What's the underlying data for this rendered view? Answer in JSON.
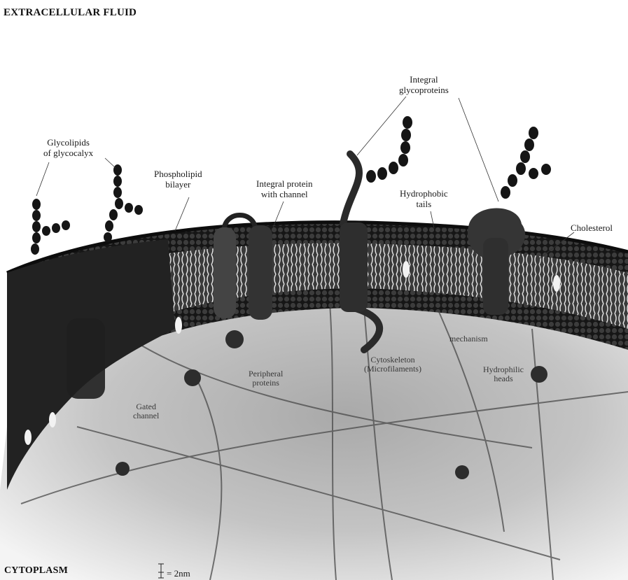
{
  "headings": {
    "top": "EXTRACELLULAR FLUID",
    "bottom": "CYTOPLASM"
  },
  "scale_bar": {
    "label": "= 2nm"
  },
  "labels": {
    "glycolipids": [
      "Glycolipids",
      "of glycocalyx"
    ],
    "phospholipid": [
      "Phospholipid",
      "bilayer"
    ],
    "integral_protein": [
      "Integral protein",
      "with channel"
    ],
    "glycoproteins": [
      "Integral",
      "glycoproteins"
    ],
    "hydrophobic_tails_top": [
      "Hydrophobic",
      "tails"
    ],
    "cholesterol": [
      "Cholesterol"
    ],
    "gated_channel": [
      "Gated",
      "channel"
    ],
    "peripheral_proteins": [
      "Peripheral",
      "proteins"
    ],
    "cytoskeleton": [
      "Cytoskeleton",
      "(Microfilaments)"
    ],
    "hydrophilic_heads": [
      "Hydrophilic",
      "heads"
    ],
    "inner_fragment": [
      "mechanism"
    ]
  },
  "colors": {
    "membrane_dark": "#1e1e1e",
    "head_beads": "#2b2b2b",
    "tail_light": "#cfcfcf",
    "cytoplasm": "#bdbdbd",
    "protein": "#3a3a3a",
    "sugar_chain": "#151515"
  }
}
